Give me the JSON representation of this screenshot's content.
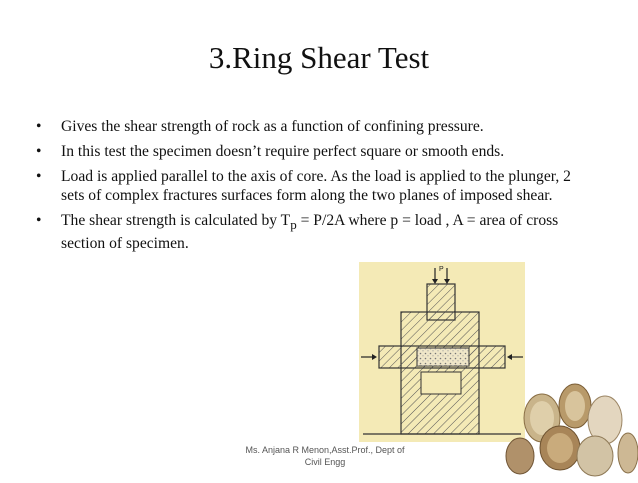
{
  "slide": {
    "title": "3.Ring Shear Test",
    "bullets": [
      "Gives the shear strength of rock as a function of confining pressure.",
      "In this test the specimen doesn’t require perfect square or smooth ends.",
      "Load is applied parallel to the axis of core. As the load is applied to the plunger, 2 sets of complex fractures surfaces form along the two planes of imposed shear."
    ],
    "formula_bullet": {
      "before": "The shear strength is calculated by T",
      "subscript": "p",
      "after": " = P/2A where p = load , A = area of cross section of specimen."
    },
    "bullet_symbol": "•",
    "diagram": {
      "load_label": "P"
    },
    "footer": {
      "line1": "Ms. Anjana R Menon,Asst.Prof., Dept of",
      "line2": "Civil Engg"
    },
    "colors": {
      "diagram_background": "#f4eab6",
      "text": "#111111"
    }
  }
}
